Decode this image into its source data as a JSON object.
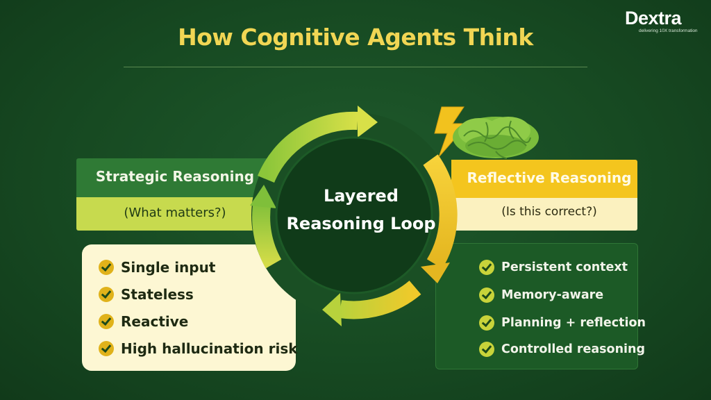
{
  "logo": {
    "brand": "Dextra",
    "tagline": "delivering 10X transformation"
  },
  "title": "How Cognitive Agents Think",
  "left": {
    "heading": "Strategic Reasoning",
    "question": "(What matters?)",
    "items": [
      {
        "label": "Single input"
      },
      {
        "label": "Stateless"
      },
      {
        "label": "Reactive"
      },
      {
        "label": "High hallucination risk"
      }
    ]
  },
  "right": {
    "heading": "Reflective Reasoning",
    "question": "(Is this correct?)",
    "items": [
      {
        "label": "Persistent context"
      },
      {
        "label": "Memory-aware"
      },
      {
        "label": "Planning + reflection"
      },
      {
        "label": "Controlled reasoning"
      }
    ]
  },
  "center": {
    "line1": "Layered",
    "line2": "Reasoning Loop"
  },
  "colors": {
    "background": "#174a22",
    "title": "#f1d654",
    "green_accent": "#2f7a35",
    "lime_accent": "#c7da4e",
    "yellow_accent": "#f4c51e"
  },
  "icons": [
    "brain-icon",
    "lightning-icon",
    "check-icon",
    "cycle-arrows-icon"
  ]
}
